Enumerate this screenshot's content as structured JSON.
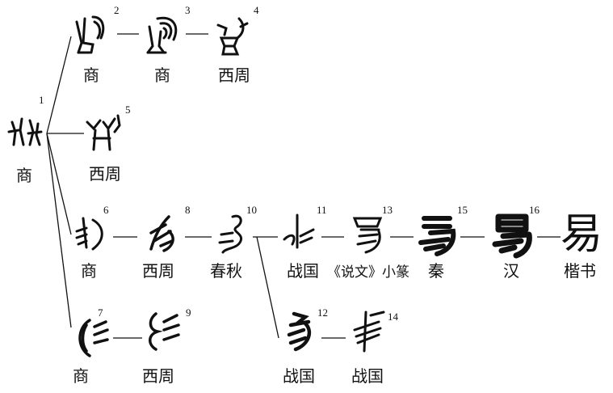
{
  "nodes": [
    {
      "id": "1",
      "number": "1",
      "label": "商"
    },
    {
      "id": "2",
      "number": "2",
      "label": "商"
    },
    {
      "id": "3",
      "number": "3",
      "label": "商"
    },
    {
      "id": "4",
      "number": "4",
      "label": "西周"
    },
    {
      "id": "5",
      "number": "5",
      "label": "西周"
    },
    {
      "id": "6",
      "number": "6",
      "label": "商"
    },
    {
      "id": "7",
      "number": "7",
      "label": "商"
    },
    {
      "id": "8",
      "number": "8",
      "label": "西周"
    },
    {
      "id": "9",
      "number": "9",
      "label": "西周"
    },
    {
      "id": "10",
      "number": "10",
      "label": "春秋"
    },
    {
      "id": "11",
      "number": "11",
      "label": "战国"
    },
    {
      "id": "12",
      "number": "12",
      "label": "战国"
    },
    {
      "id": "13",
      "number": "13",
      "label": "《说文》小篆"
    },
    {
      "id": "14",
      "number": "14",
      "label": "战国"
    },
    {
      "id": "15",
      "number": "15",
      "label": "秦"
    },
    {
      "id": "16",
      "number": "16",
      "label": "汉"
    },
    {
      "id": "17",
      "number": "",
      "label": "楷书"
    }
  ],
  "glyphs": {
    "17": "易"
  },
  "edges": [
    [
      "1",
      "2"
    ],
    [
      "1",
      "5"
    ],
    [
      "1",
      "6"
    ],
    [
      "1",
      "7"
    ],
    [
      "2",
      "3"
    ],
    [
      "3",
      "4"
    ],
    [
      "6",
      "8"
    ],
    [
      "8",
      "10"
    ],
    [
      "10",
      "11"
    ],
    [
      "11",
      "13"
    ],
    [
      "13",
      "15"
    ],
    [
      "15",
      "16"
    ],
    [
      "16",
      "17"
    ],
    [
      "10",
      "12"
    ],
    [
      "12",
      "14"
    ],
    [
      "7",
      "9"
    ]
  ],
  "colors": {
    "ink": "#111111",
    "background": "#ffffff"
  }
}
